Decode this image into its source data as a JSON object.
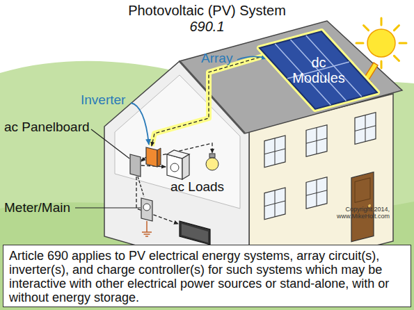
{
  "diagram": {
    "title": "Photovoltaic (PV) System",
    "caption": "Article 690 applies to PV electrical energy systems, array circuit(s), inverter(s), and charge controller(s) for such systems which may be interactive with other electrical power sources or stand-alone, with or without energy storage.",
    "nodes": [
      {
        "text": [
          "dc Modules"
        ]
      }
    ],
    "labels": [
      "690.1",
      "Array",
      "Inverter",
      "ac Panelboard",
      "ac Loads",
      "Meter/Main",
      "Copyright 2014, www.MikeHolt.com"
    ]
  }
}
